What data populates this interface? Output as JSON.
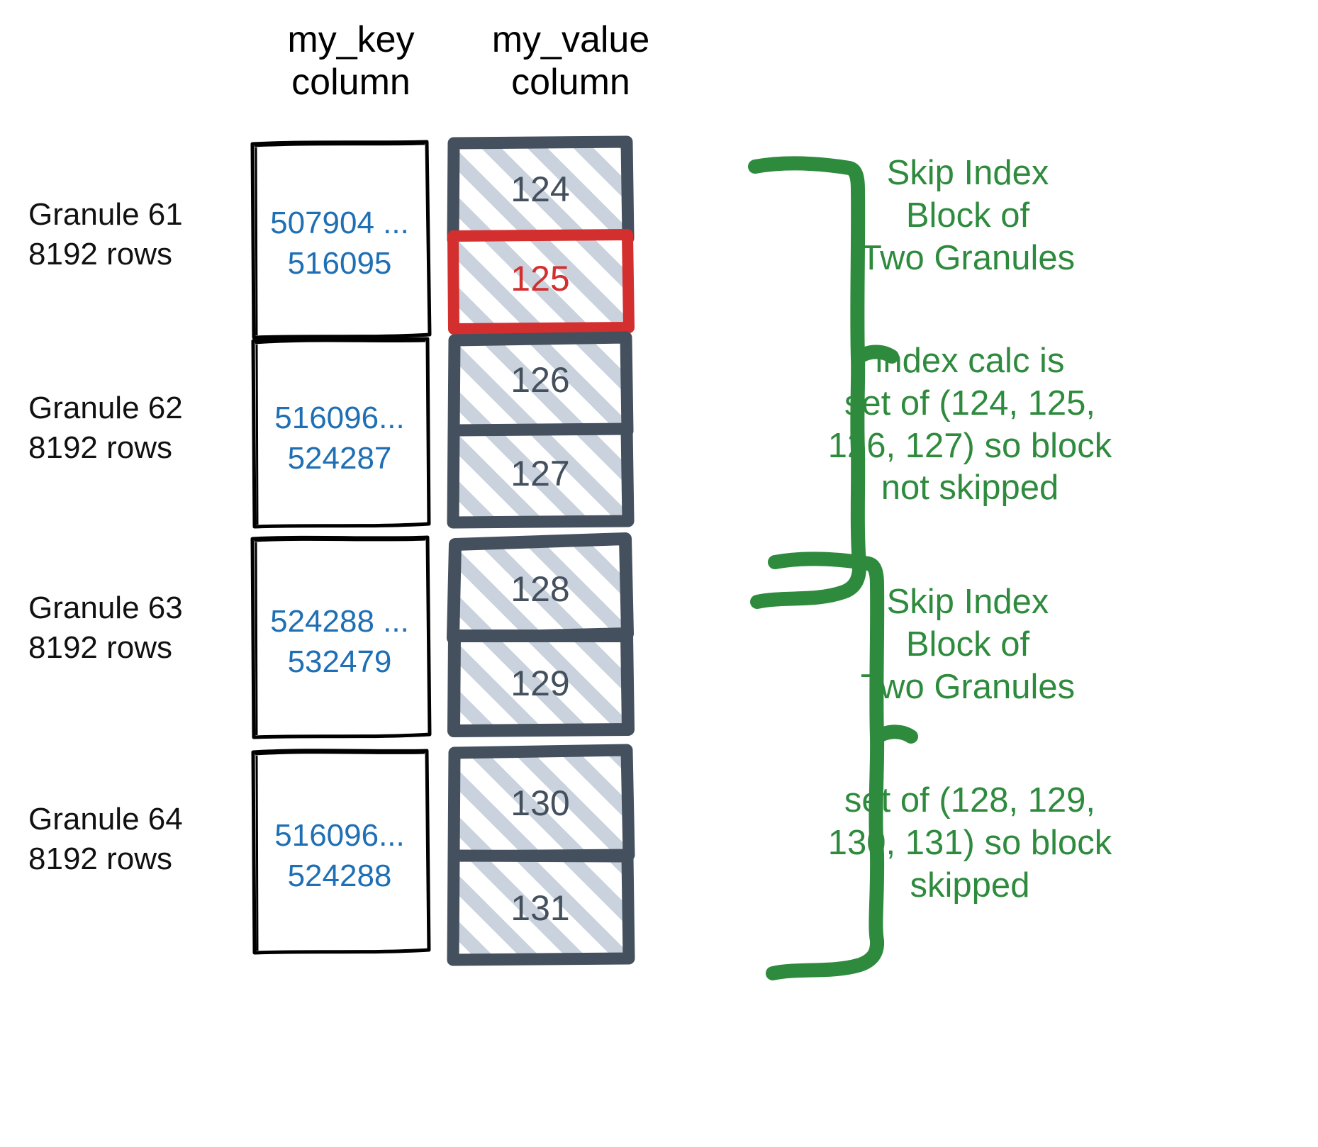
{
  "headers": {
    "key_column": "my_key\ncolumn",
    "value_column": "my_value\ncolumn"
  },
  "colors": {
    "key_text": "#1f6fb4",
    "value_text": "#44505e",
    "highlight": "#d32f2f",
    "annotation": "#2e8b3d",
    "hatch": "#c9d2dd",
    "box_border": "#000000",
    "value_box_border": "#44505e"
  },
  "granules": [
    {
      "label": "Granule 61\n8192 rows",
      "key_range": "507904 ...\n516095",
      "values": [
        {
          "value": "124",
          "highlighted": false
        },
        {
          "value": "125",
          "highlighted": true
        }
      ]
    },
    {
      "label": "Granule 62\n8192 rows",
      "key_range": "516096...\n524287",
      "values": [
        {
          "value": "126",
          "highlighted": false
        },
        {
          "value": "127",
          "highlighted": false
        }
      ]
    },
    {
      "label": "Granule 63\n8192 rows",
      "key_range": "524288 ...\n532479",
      "values": [
        {
          "value": "128",
          "highlighted": false
        },
        {
          "value": "129",
          "highlighted": false
        }
      ]
    },
    {
      "label": "Granule 64\n8192 rows",
      "key_range": "516096...\n524288",
      "values": [
        {
          "value": "130",
          "highlighted": false
        },
        {
          "value": "131",
          "highlighted": false
        }
      ]
    }
  ],
  "annotations": [
    {
      "text": "Skip Index\nBlock of\nTwo Granules"
    },
    {
      "text": "index calc is\nset of (124, 125,\n126, 127) so block\nnot skipped"
    },
    {
      "text": "Skip Index\nBlock of\nTwo Granules"
    },
    {
      "text": "set of (128, 129,\n130, 131) so block\nskipped"
    }
  ]
}
